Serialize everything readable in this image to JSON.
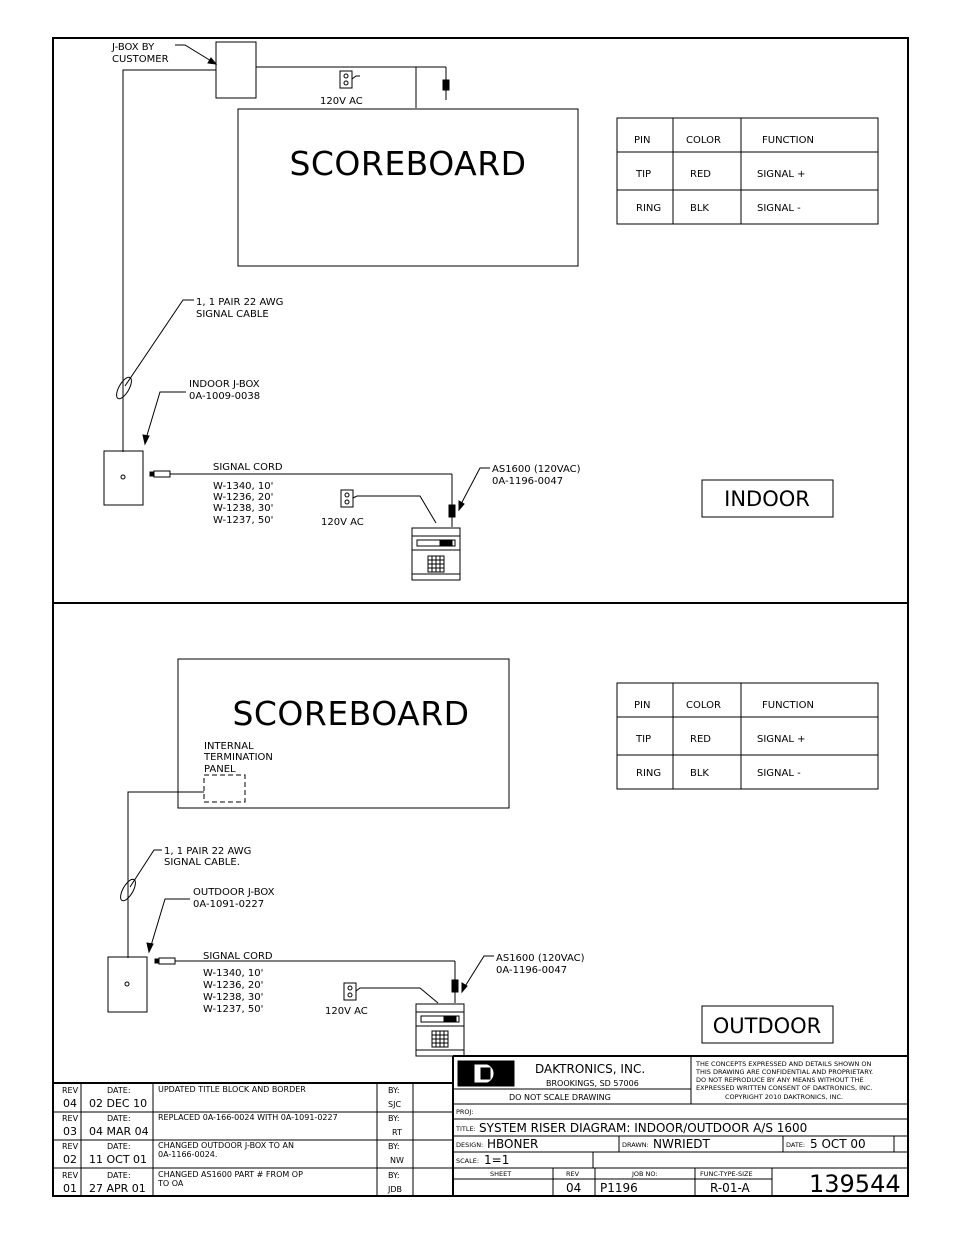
{
  "indoor": {
    "jbox_customer": [
      "J-BOX BY",
      "CUSTOMER"
    ],
    "power_top": "120V AC",
    "scoreboard": "SCOREBOARD",
    "cable": [
      "1, 1 PAIR 22 AWG",
      "SIGNAL CABLE"
    ],
    "jbox": [
      "INDOOR J-BOX",
      "0A-1009-0038"
    ],
    "signal_cord": "SIGNAL CORD",
    "cords": [
      "W-1340, 10'",
      "W-1236, 20'",
      "W-1238, 30'",
      "W-1237, 50'"
    ],
    "power_bottom": "120V AC",
    "controller": [
      "AS1600 (120VAC)",
      "0A-1196-0047"
    ],
    "badge": "INDOOR"
  },
  "outdoor": {
    "scoreboard": "SCOREBOARD",
    "panel": [
      "INTERNAL",
      "TERMINATION",
      "PANEL"
    ],
    "cable": [
      "1, 1 PAIR 22 AWG",
      "SIGNAL CABLE."
    ],
    "jbox": [
      "OUTDOOR J-BOX",
      "0A-1091-0227"
    ],
    "signal_cord": "SIGNAL CORD",
    "cords": [
      "W-1340, 10'",
      "W-1236, 20'",
      "W-1238, 30'",
      "W-1237, 50'"
    ],
    "power": "120V AC",
    "controller": [
      "AS1600 (120VAC)",
      "0A-1196-0047"
    ],
    "badge": "OUTDOOR"
  },
  "pin_table": {
    "headers": [
      "PIN",
      "COLOR",
      "FUNCTION"
    ],
    "rows": [
      [
        "TIP",
        "RED",
        "SIGNAL +"
      ],
      [
        "RING",
        "BLK",
        "SIGNAL -"
      ]
    ]
  },
  "revisions": [
    {
      "rev": "04",
      "date": "02 DEC 10",
      "desc": [
        "UPDATED TITLE BLOCK AND BORDER"
      ],
      "by": "SJC"
    },
    {
      "rev": "03",
      "date": "04 MAR 04",
      "desc": [
        "REPLACED 0A-166-0024 WITH 0A-1091-0227"
      ],
      "by": "RT"
    },
    {
      "rev": "02",
      "date": "11 OCT 01",
      "desc": [
        "CHANGED OUTDOOR J-BOX  TO AN",
        "0A-1166-0024."
      ],
      "by": "NW"
    },
    {
      "rev": "01",
      "date": "27 APR 01",
      "desc": [
        "CHANGED AS1600 PART # FROM OP",
        "TO OA"
      ],
      "by": "JDB"
    }
  ],
  "rev_labels": {
    "rev": "REV",
    "date": "DATE:",
    "by": "BY:"
  },
  "title_block": {
    "company": "DAKTRONICS, INC.",
    "city": "BROOKINGS, SD   57006",
    "noscale": "DO NOT SCALE DRAWING",
    "conf": [
      "THE CONCEPTS EXPRESSED AND DETAILS SHOWN ON",
      "THIS DRAWING ARE CONFIDENTIAL AND PROPRIETARY.",
      "DO NOT REPRODUCE BY ANY MEANS WITHOUT THE",
      "EXPRESSED WRITTEN CONSENT OF DAKTRONICS, INC.",
      "COPYRIGHT 2010 DAKTRONICS, INC."
    ],
    "proj_label": "PROJ:",
    "title_label": "TITLE:",
    "title": "SYSTEM  RISER  DIAGRAM:   INDOOR/OUTDOOR   A/S  1600",
    "design_label": "DESIGN:",
    "design": "HBONER",
    "drawn_label": "DRAWN:",
    "drawn": "NWRIEDT",
    "date_label": "DATE:",
    "date": "5  OCT  00",
    "scale_label": "SCALE:",
    "scale": "1=1",
    "sheet_label": "SHEET",
    "rev_label": "REV",
    "rev": "04",
    "job_label": "JOB NO:",
    "job": "P1196",
    "func_label": "FUNC-TYPE-SIZE",
    "func": "R-01-A",
    "drawing_no": "139544"
  }
}
